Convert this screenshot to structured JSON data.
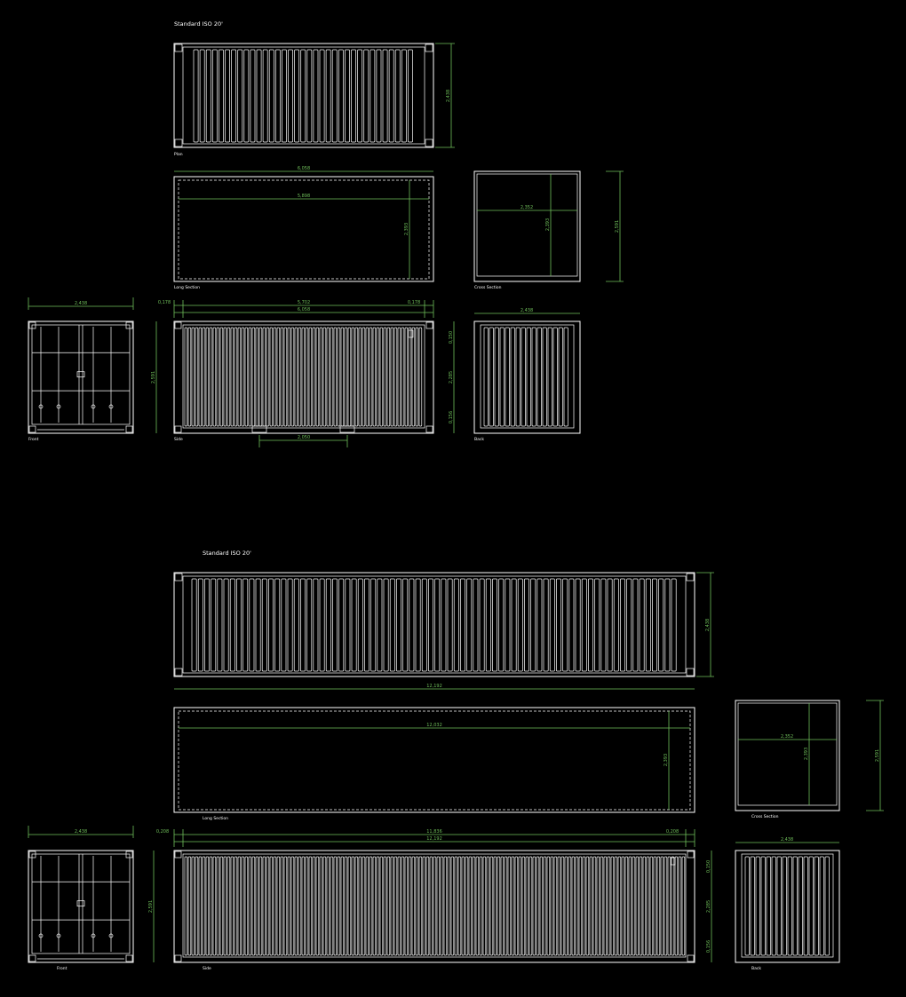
{
  "colors": {
    "background": "#000000",
    "lines": "#ffffff",
    "dimensions": "#6fbf5a"
  },
  "sheet20": {
    "title": "Standard ISO 20'",
    "views": {
      "plan": "Plan",
      "long_section": "Long Section",
      "cross_section": "Cross Section",
      "front": "Front",
      "side": "Side",
      "back": "Back"
    },
    "dims": {
      "plan_width": "2,438",
      "long_overall": "6,058",
      "long_inner": "5,898",
      "long_inner_height": "2,393",
      "cross_inner_width": "2,352",
      "cross_inner_height": "2,393",
      "cross_outer_height": "2,591",
      "front_width": "2,438",
      "side_left": "0,178",
      "side_mid": "5,702",
      "side_right": "0,178",
      "side_total": "6,058",
      "side_height": "2,591",
      "side_fork": "2,050",
      "back_width": "2,438",
      "back_top": "0,150",
      "back_mid": "2,285",
      "back_bottom": "0,156"
    }
  },
  "sheet40": {
    "title": "Standard ISO 20'",
    "views": {
      "long_section": "Long Section",
      "cross_section": "Cross Section",
      "front": "Front",
      "side": "Side",
      "back": "Back"
    },
    "dims": {
      "plan_width": "2,438",
      "long_overall": "12,192",
      "long_inner": "12,032",
      "long_inner_height": "2,393",
      "cross_inner_width": "2,352",
      "cross_inner_height": "2,393",
      "cross_outer_height": "2,591",
      "front_width": "2,438",
      "side_left": "0,208",
      "side_mid": "11,836",
      "side_right": "0,208",
      "side_total": "12,192",
      "side_height": "2,591",
      "back_width": "2,438",
      "back_top": "0,150",
      "back_mid": "2,285",
      "back_bottom": "0,156"
    }
  }
}
